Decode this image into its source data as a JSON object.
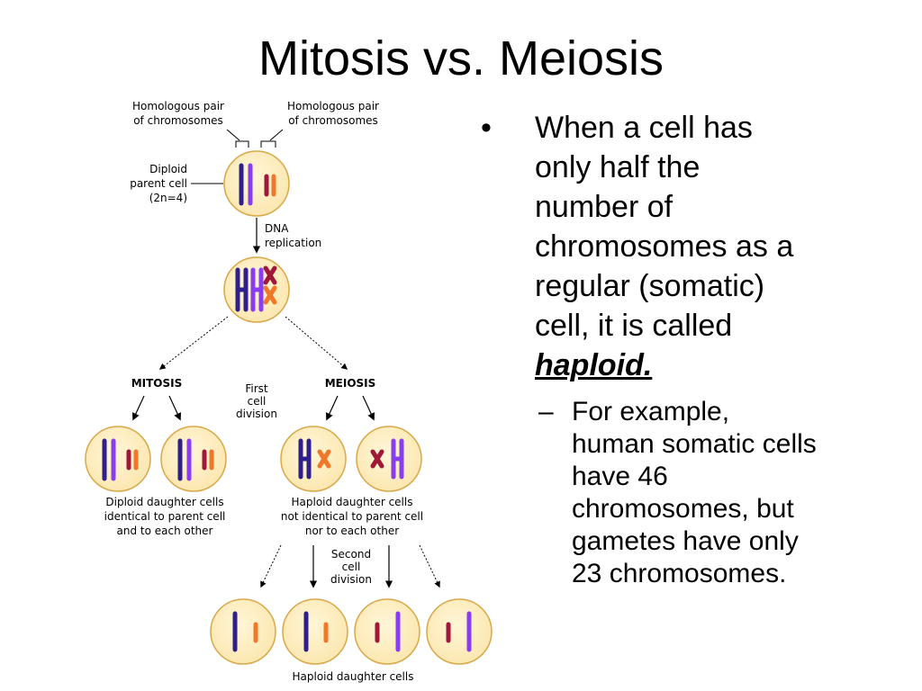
{
  "title": "Mitosis vs. Meiosis",
  "diagram": {
    "homologous_left": [
      "Homologous pair",
      "of chromosomes"
    ],
    "homologous_right": [
      "Homologous pair",
      "of chromosomes"
    ],
    "diploid_parent": [
      "Diploid",
      "parent cell",
      "(2n=4)"
    ],
    "dna_replication": [
      "DNA",
      "replication"
    ],
    "mitosis": "MITOSIS",
    "meiosis": "MEIOSIS",
    "first_division": [
      "First",
      "cell",
      "division"
    ],
    "diploid_daughters": [
      "Diploid daughter cells",
      "identical to parent cell",
      "and to each other"
    ],
    "haploid_daughters_1": [
      "Haploid daughter cells",
      "not identical to parent cell",
      "nor to each other"
    ],
    "second_division": [
      "Second",
      "cell",
      "division"
    ],
    "haploid_daughters_2": "Haploid daughter cells"
  },
  "bullets": {
    "main_bullet": "•",
    "main_lines": [
      "When a cell has",
      "only half the",
      "number of",
      "chromosomes as a",
      "regular (somatic)",
      "cell, it is called"
    ],
    "keyword": "haploid.",
    "sub_dash": "–",
    "sub_lines": [
      "For example,",
      "human somatic cells",
      "have 46",
      "chromosomes, but",
      "gametes have only",
      "23 chromosomes."
    ]
  },
  "colors": {
    "cell_fill": "#fce7b0",
    "cell_stroke": "#d9a84a",
    "chromosome_navy": "#2e1f8c",
    "chromosome_violet": "#8a3cf0",
    "chromosome_orange": "#f0782a",
    "chromosome_maroon": "#a01838"
  }
}
